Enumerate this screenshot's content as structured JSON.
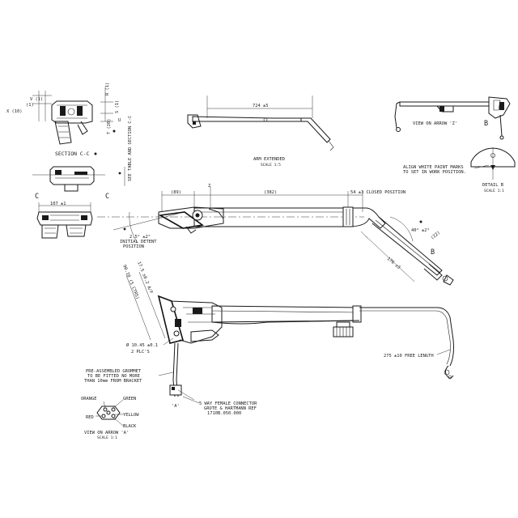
{
  "drawing": {
    "section_cc_title": "SECTION C-C",
    "see_table": "SEE TABLE AND SECTION C-C",
    "dim_v": "V (1)",
    "dim_x": "X (10)",
    "dim_paren1": "(1)",
    "dim_r": "R (1)",
    "dim_s": "S (1)",
    "dim_t": "T (20)",
    "dim_u": "U",
    "label_c_left": "C",
    "label_c_right": "C",
    "dim_107": "107 ±1",
    "dim_724": "724 ±5",
    "arm_extended": "ARM EXTENDED",
    "arm_scale": "SCALE 1:5",
    "view_on_arrow_z": "VIEW ON ARROW 'Z'",
    "label_b_top": "B",
    "align_note_line1": "ALIGN WHITE PAINT MARKS",
    "align_note_line2": "TO SET IN WORK POSITION.",
    "detail_b": "DETAIL B",
    "detail_scale": "SCALE 1:1",
    "dim_89": "(89)",
    "label_z": "Z",
    "dim_382": "(382)",
    "dim_54": "54 ±3 CLOSED POSITION",
    "dim_40deg": "40° ±2°",
    "dim_22": "(22)",
    "label_b_mid": "B",
    "dim_176": "176 ±3",
    "dim_25deg": "2.5° ±2°",
    "initial_detent_1": "INITIAL DETENT",
    "initial_detent_2": "POSITION",
    "dim_90": "90.10 (5 CTRS)",
    "dim_17": "17.5 ±0.2 A/F",
    "dim_dia": "Ø 10.45 ±0.1",
    "dim_plcs": "2 PLC'S",
    "grommet_1": "PRE-ASSEMBLED GROMMET",
    "grommet_2": "TO BE FITTED NO MORE",
    "grommet_3": "THAN 10mm FROM BRACKET",
    "dim_275": "275 ±10 FREE LENGTH",
    "connector_1": "5 WAY FEMALE CONNECTOR",
    "connector_2": "GROTE & HARTMANN REF",
    "connector_3": "1710B.050.000",
    "label_a": "'A'",
    "wire_orange": "ORANGE",
    "wire_green": "GREEN",
    "wire_red": "RED",
    "wire_yellow": "YELLOW",
    "wire_black": "BLACK",
    "view_on_arrow_a": "VIEW ON ARROW 'A'",
    "view_a_scale": "SCALE 1:1"
  }
}
